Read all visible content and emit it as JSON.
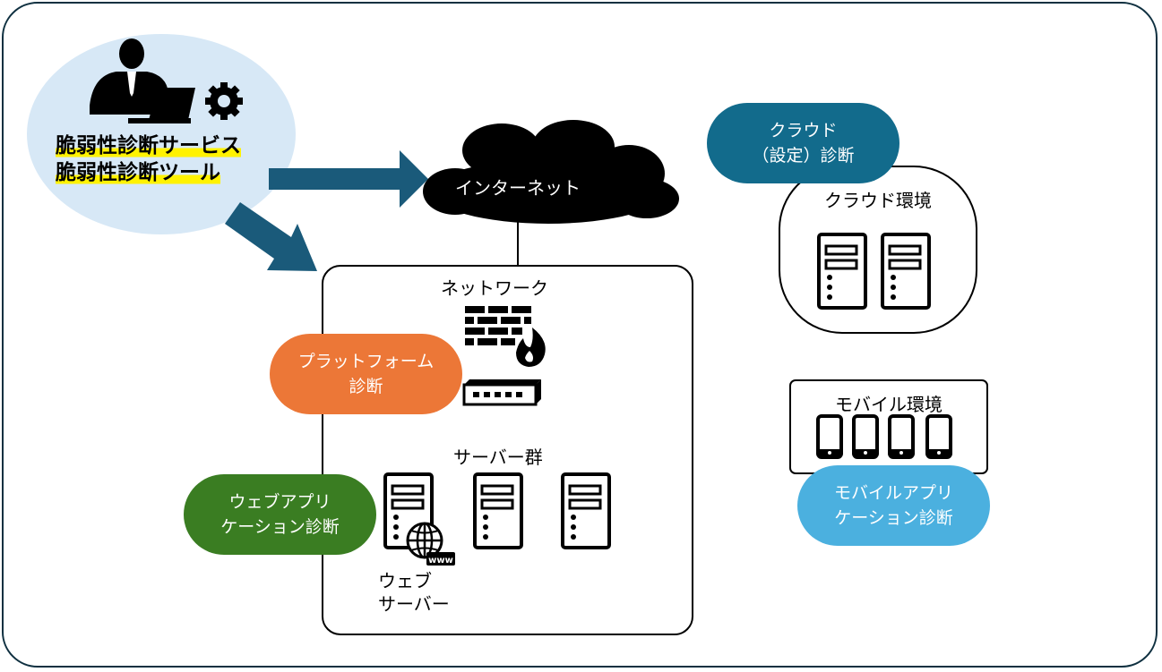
{
  "colors": {
    "arrow": "#1a5a7a",
    "frame": "#0f3040",
    "bubble_blue_light": "#d7e8f6",
    "cloud_diag": "#126b8c",
    "platform_diag": "#ec7737",
    "webapp_diag": "#3a7d22",
    "mobile_diag": "#4bb0df",
    "highlight": "#fff200"
  },
  "scanner": {
    "line1": "脆弱性診断サービス",
    "line2": "脆弱性診断ツール",
    "icons": [
      "person-icon",
      "laptop-icon",
      "gear-icon"
    ]
  },
  "internet": {
    "label": "インターネット"
  },
  "network": {
    "title": "ネットワーク",
    "servers_label": "サーバー群",
    "web_server_line1": "ウェブ",
    "web_server_line2": "サーバー",
    "www": "www"
  },
  "bubbles": {
    "platform": {
      "line1": "プラットフォーム",
      "line2": "診断"
    },
    "webapp": {
      "line1": "ウェブアプリ",
      "line2": "ケーション診断"
    },
    "cloud": {
      "line1": "クラウド",
      "line2": "（設定）診断"
    },
    "mobile": {
      "line1": "モバイルアプリ",
      "line2": "ケーション診断"
    }
  },
  "cloud_env": {
    "title": "クラウド環境"
  },
  "mobile_env": {
    "title": "モバイル環境"
  }
}
